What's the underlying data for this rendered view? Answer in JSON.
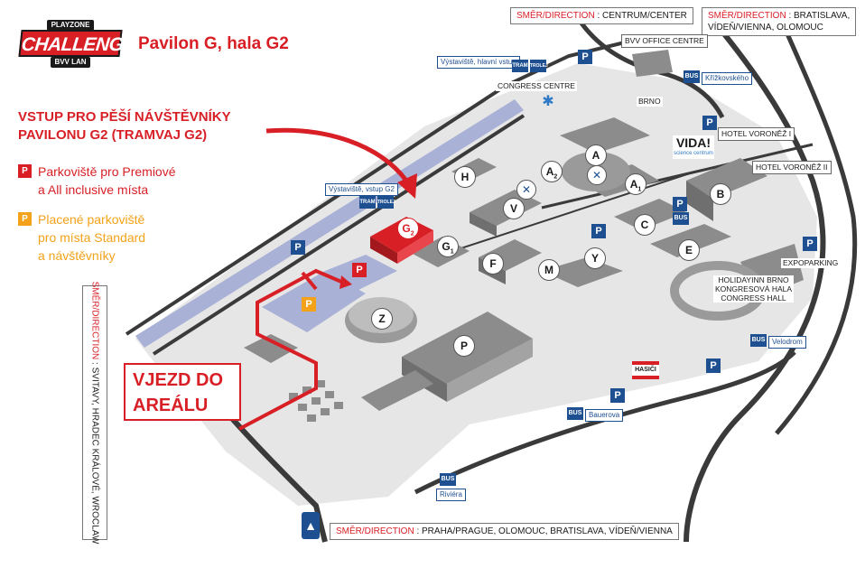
{
  "logo": {
    "top": "PLAYZONE",
    "main": "CHALLENGE",
    "sub": "BVV LAN"
  },
  "title": "Pavilon G, hala G2",
  "entry": {
    "line1": "VSTUP PRO PĚŠÍ NÁVŠTĚVNÍKY",
    "line2": "PAVILONU G2 (TRAMVAJ G2)"
  },
  "legend": [
    {
      "marker": "P",
      "color": "#d81f26",
      "line1": "Parkoviště pro Premiové",
      "line2": "a All inclusive místa"
    },
    {
      "marker": "P",
      "color": "#f3a21a",
      "line1": "Placené parkoviště",
      "line2": "pro místa Standard",
      "line3": "a návštěvníky"
    }
  ],
  "vjezd": {
    "line1": "VJEZD DO",
    "line2": "AREÁLU"
  },
  "directions": {
    "prefix": "SMĚR/DIRECTION",
    "centrum": "CENTRUM/CENTER",
    "bratislava_l1": "BRATISLAVA,",
    "bratislava_l2": "VÍDEŇ/VIENNA, OLOMOUC",
    "svitavy": "SVITAVY, HRADEC KRÁLOVÉ, WROCLAW",
    "praha": "PRAHA/PRAGUE, OLOMOUC, BRATISLAVA, VÍDEŇ/VIENNA"
  },
  "labels": {
    "bvv": "BVV OFFICE CENTRE",
    "congress": "CONGRESS CENTRE",
    "brno": "BRNO",
    "hotel1": "HOTEL VORONĚŽ I",
    "hotel2": "HOTEL VORONĚŽ II",
    "expo": "EXPOPARKING",
    "holiday_l1": "HOLIDAYINN BRNO",
    "holiday_l2": "KONGRESOVÁ HALA",
    "holiday_l3": "CONGRESS HALL",
    "vida": "VIDA!",
    "vida_sub": "science centrum",
    "hasici": "HASIČI"
  },
  "stops": {
    "hlavni": "Výstaviště, hlavní vstup",
    "vstupg2": "Výstaviště, vstup G2",
    "krizkovskeho": "Křížkovského",
    "velodrom": "Velodrom",
    "bauerova": "Bauerova",
    "riviera": "Riviéra",
    "tram": "TRAM",
    "bus": "BUS",
    "trolej": "TROLEJ"
  },
  "halls": {
    "A": "A",
    "A1": "A",
    "A2": "A",
    "sub1": "1",
    "sub2": "2",
    "B": "B",
    "C": "C",
    "E": "E",
    "F": "F",
    "G1": "G",
    "G2": "G",
    "H": "H",
    "M": "M",
    "P": "P",
    "V": "V",
    "Y": "Y",
    "Z": "Z"
  },
  "park_marker": "P",
  "colors": {
    "red": "#d81f26",
    "blue": "#1e4f91",
    "orange": "#f3a21a",
    "grey": "#a9a9a9"
  }
}
